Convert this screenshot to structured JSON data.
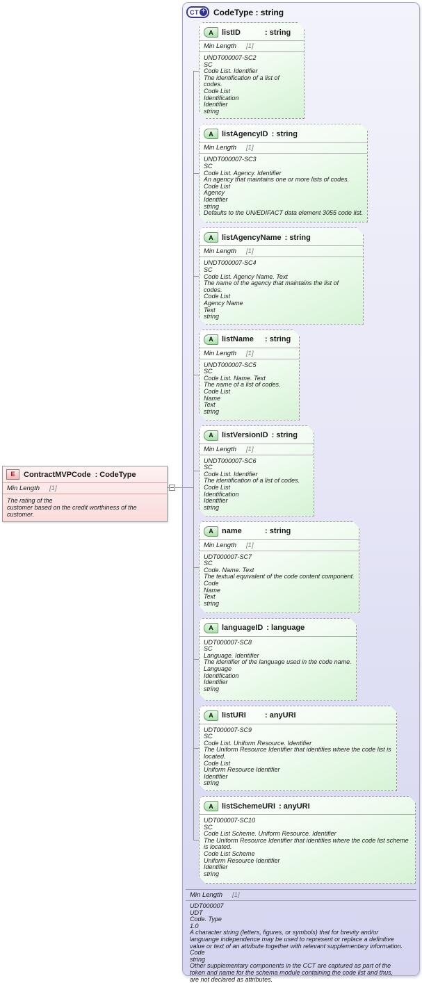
{
  "colors": {
    "panel_fill": "#e7e7f7",
    "panel_border": "#a6a6cc",
    "attribute_fill": "#d6f3d6",
    "attribute_border": "#979797",
    "element_fill": "#fadcdc",
    "element_border": "#9a9a9a",
    "attribute_icon_fill": "#a9e2a9",
    "element_icon_fill": "#f1b8b8",
    "complextype_icon_color": "#32328f",
    "connector_color": "#909090"
  },
  "element_box": {
    "icon": "E",
    "name": "ContractMVPCode",
    "type_label": ": CodeType",
    "facet": {
      "name": "Min Length",
      "cardinality": "[1]"
    },
    "doc_lines": [
      "The rating of the",
      "customer based on the credit worthiness of the customer."
    ]
  },
  "type_panel": {
    "icon": "CT",
    "icon_plus": "+",
    "title": "CodeType : string",
    "attributes": [
      {
        "icon": "A",
        "name": "listID",
        "type_label": ": string",
        "facet": {
          "name": "Min Length",
          "cardinality": "[1]"
        },
        "doc_lines": [
          "UNDT000007-SC2",
          "SC",
          "Code List. Identifier",
          "The identification of a list of codes.",
          "Code List",
          "Identification",
          "Identifier",
          "string"
        ]
      },
      {
        "icon": "A",
        "name": "listAgencyID",
        "type_label": ": string",
        "facet": {
          "name": "Min Length",
          "cardinality": "[1]"
        },
        "doc_lines": [
          "UNDT000007-SC3",
          "SC",
          "Code List. Agency. Identifier",
          "An agency that maintains one or more lists of codes.",
          "Code List",
          "Agency",
          "Identifier",
          "string",
          "Defaults to the UN/EDIFACT data element 3055 code list."
        ]
      },
      {
        "icon": "A",
        "name": "listAgencyName",
        "type_label": ": string",
        "facet": {
          "name": "Min Length",
          "cardinality": "[1]"
        },
        "doc_lines": [
          "UNDT000007-SC4",
          "SC",
          "Code List. Agency Name. Text",
          "The name of the agency that maintains the list of codes.",
          "Code List",
          "Agency Name",
          "Text",
          "string"
        ]
      },
      {
        "icon": "A",
        "name": "listName",
        "type_label": ": string",
        "facet": {
          "name": "Min Length",
          "cardinality": "[1]"
        },
        "doc_lines": [
          "UNDT000007-SC5",
          "SC",
          "Code List. Name. Text",
          "The name of a list of codes.",
          "Code List",
          "Name",
          "Text",
          "string"
        ]
      },
      {
        "icon": "A",
        "name": "listVersionID",
        "type_label": ": string",
        "facet": {
          "name": "Min Length",
          "cardinality": "[1]"
        },
        "doc_lines": [
          "UNDT000007-SC6",
          "SC",
          "Code List. Identifier",
          "The identification of a list of codes.",
          "Code List",
          "Identification",
          "Identifier",
          "string"
        ]
      },
      {
        "icon": "A",
        "name": "name",
        "type_label": ": string",
        "facet": {
          "name": "Min Length",
          "cardinality": "[1]"
        },
        "doc_lines": [
          "UDT000007-SC7",
          "SC",
          "Code. Name. Text",
          "The textual equivalent of the code content component.",
          "Code",
          "Name",
          "Text",
          "string"
        ]
      },
      {
        "icon": "A",
        "name": "languageID",
        "type_label": ": language",
        "doc_lines": [
          "UDT000007-SC8",
          "SC",
          "Language. Identifier",
          "The identifier of the language used in the code name.",
          "Language",
          "Identification",
          "Identifier",
          "string"
        ]
      },
      {
        "icon": "A",
        "name": "listURI",
        "type_label": ": anyURI",
        "doc_lines": [
          "UDT000007-SC9",
          "SC",
          "Code List. Uniform Resource. Identifier",
          "The Uniform Resource Identifier that identifies where the code list is located.",
          "Code List",
          "Uniform Resource Identifier",
          "Identifier",
          "string"
        ]
      },
      {
        "icon": "A",
        "name": "listSchemeURI",
        "type_label": ": anyURI",
        "doc_lines": [
          "UDT000007-SC10",
          "SC",
          "Code List Scheme. Uniform Resource. Identifier",
          "The Uniform Resource Identifier that identifies where the code list scheme is located.",
          "Code List Scheme",
          "Uniform Resource Identifier",
          "Identifier",
          "string"
        ]
      }
    ],
    "facet": {
      "name": "Min Length",
      "cardinality": "[1]"
    },
    "doc_lines": [
      "UDT000007",
      "UDT",
      "Code. Type",
      "1.0",
      "A character string (letters, figures, or symbols) that for brevity and/or",
      "languange independence may be used to represent or replace a definitive",
      "value or text of an attribute together with relevant supplementary information.",
      "Code",
      "string",
      "Other supplementary components in the CCT are captured as part of the",
      "token and name for the schema module containing the code list and thus,",
      "are not declared as attributes."
    ]
  }
}
